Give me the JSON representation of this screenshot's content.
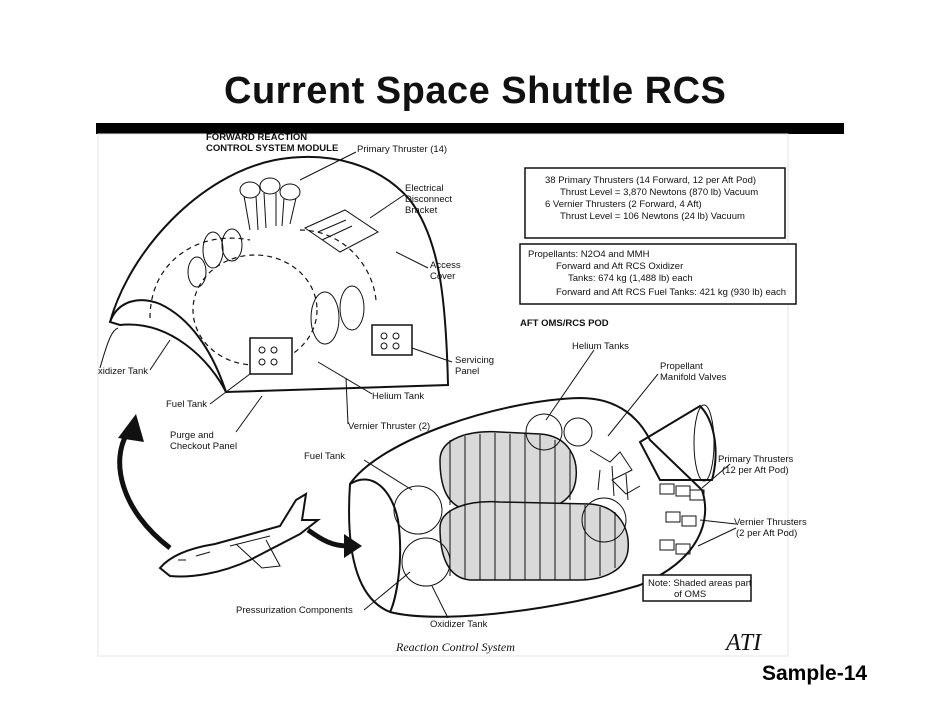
{
  "slide": {
    "title": "Current Space Shuttle RCS",
    "footer_id": "Sample-14"
  },
  "diagram": {
    "forward_module_heading": "CONTROL SYSTEM MODULE",
    "forward_labels": {
      "primary_thruster": "Primary Thruster (14)",
      "electrical_1": "Electrical",
      "electrical_2": "Disconnect",
      "electrical_3": "Bracket",
      "access_1": "Access",
      "access_2": "Cover",
      "servicing_1": "Servicing",
      "servicing_2": "Panel",
      "oxidizer_tank": "xidizer Tank",
      "helium_tank": "Helium Tank",
      "fuel_tank": "Fuel Tank",
      "vernier_thruster": "Vernier Thruster (2)",
      "purge_1": "Purge and",
      "purge_2": "Checkout Panel"
    },
    "thrusters_box": {
      "line1": "38 Primary Thrusters (14 Forward, 12 per Aft Pod)",
      "line2": "Thrust Level = 3,870 Newtons (870 lb) Vacuum",
      "line3": "6 Vernier Thrusters (2 Forward, 4 Aft)",
      "line4": "Thrust Level = 106 Newtons (24 lb) Vacuum"
    },
    "propellants_box": {
      "line1": "Propellants: N2O4 and MMH",
      "line2": "Forward and Aft RCS Oxidizer",
      "line3": "Tanks: 674 kg (1,488 lb) each",
      "line4": "Forward and Aft RCS Fuel Tanks: 421 kg (930 lb) each"
    },
    "aft_pod_heading": "AFT OMS/RCS POD",
    "aft_labels": {
      "helium_tanks": "Helium Tanks",
      "propellant_1": "Propellant",
      "propellant_2": "Manifold Valves",
      "fuel_tank": "Fuel Tank",
      "primary_1": "Primary Thrusters",
      "primary_2": "(12 per Aft Pod)",
      "vernier_1": "Vernier Thrusters",
      "vernier_2": "(2 per Aft Pod)",
      "pressurization": "Pressurization Components",
      "oxidizer_tank": "Oxidizer Tank"
    },
    "note_box": {
      "line1": "Note: Shaded areas part",
      "line2": "of OMS"
    },
    "caption": "Reaction Control System",
    "logo": "ATI"
  }
}
